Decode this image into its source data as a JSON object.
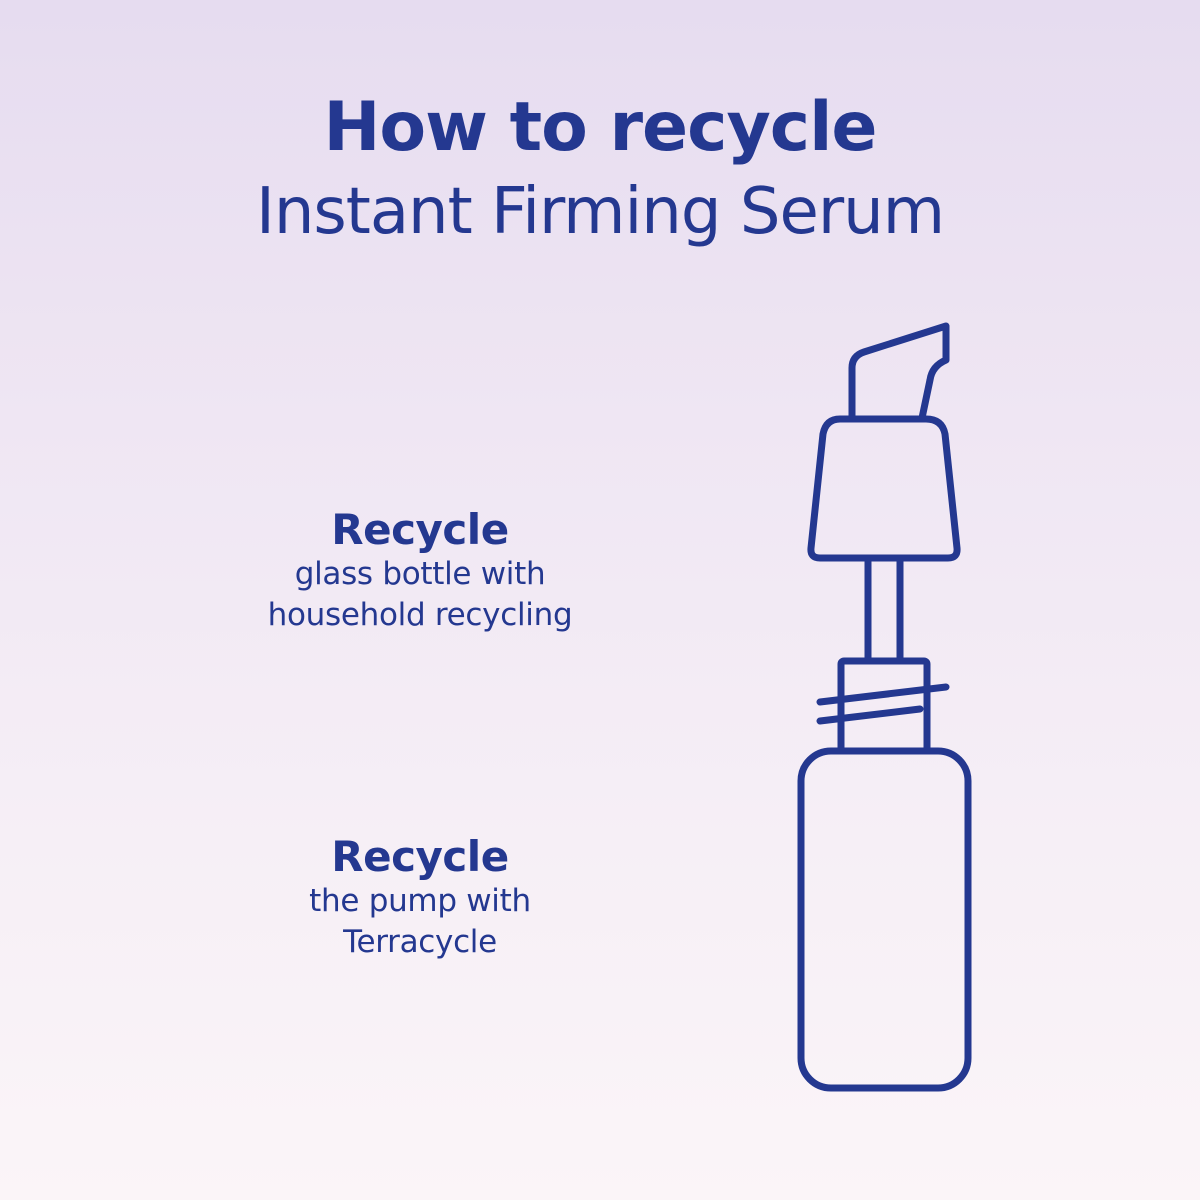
{
  "header": {
    "title": "How to recycle",
    "subtitle": "Instant Firming Serum"
  },
  "steps": [
    {
      "heading": "Recycle",
      "line1": "glass bottle with",
      "line2": "household recycling"
    },
    {
      "heading": "Recycle",
      "line1": "the pump with",
      "line2": "Terracycle"
    }
  ],
  "illustration": {
    "icon": "pump-bottle-icon",
    "stroke_color": "#243890"
  },
  "colors": {
    "text": "#243890",
    "background_top": "#e6dcf0",
    "background_bottom": "#fbf5f8"
  }
}
